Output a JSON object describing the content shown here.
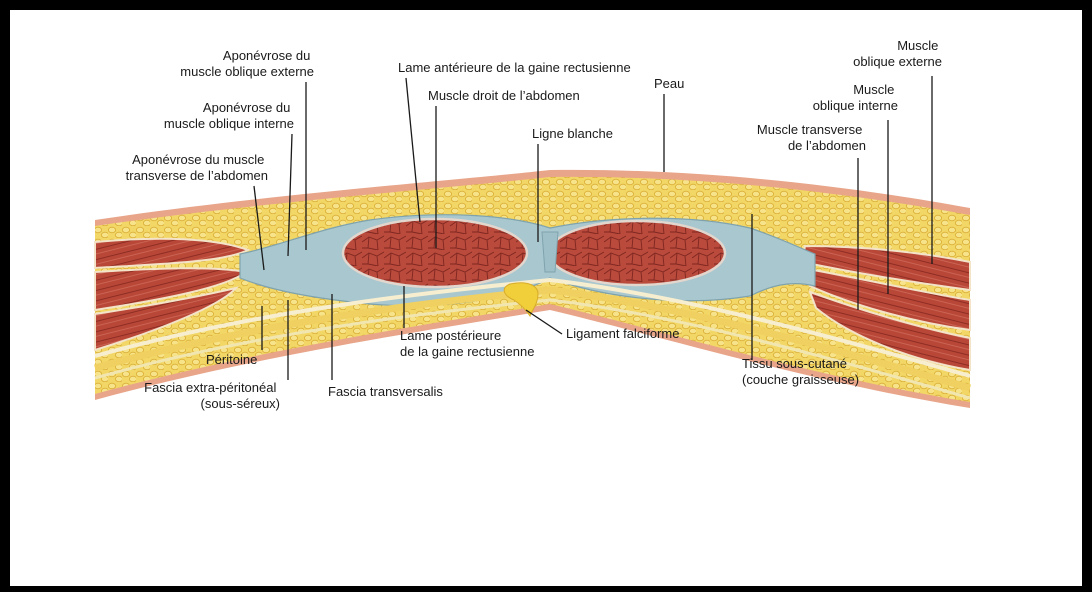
{
  "labels": {
    "aponevrose_oblique_externe": [
      "Aponévrose du",
      "muscle oblique externe"
    ],
    "aponevrose_oblique_interne": [
      "Aponévrose du",
      "muscle oblique interne"
    ],
    "aponevrose_transverse": [
      "Aponévrose du muscle",
      "transverse de l’abdomen"
    ],
    "lame_anterieure": [
      "Lame antérieure de la gaine rectusienne"
    ],
    "muscle_droit": [
      "Muscle droit de l’abdomen"
    ],
    "peau": [
      "Peau"
    ],
    "ligne_blanche": [
      "Ligne blanche"
    ],
    "muscle_oblique_externe": [
      "Muscle",
      "oblique externe"
    ],
    "muscle_oblique_interne": [
      "Muscle",
      "oblique interne"
    ],
    "muscle_transverse": [
      "Muscle transverse",
      "de l’abdomen"
    ],
    "lame_posterieure": [
      "Lame postérieure",
      "de la gaine rectusienne"
    ],
    "ligament_falciforme": [
      "Ligament falciforme"
    ],
    "peritoine": [
      "Péritoine"
    ],
    "fascia_extra_peritoneal": [
      "Fascia extra-péritonéal",
      "(sous-séreux)"
    ],
    "fascia_transversalis": [
      "Fascia transversalis"
    ],
    "tissu_sous_cutane": [
      "Tissu sous-cutané",
      "(couche graisseuse)"
    ]
  },
  "colors": {
    "frame": "#000000",
    "background": "#ffffff",
    "skin": "#e8a58a",
    "fat": "#f0d060",
    "fat_cells": "#e3b93c",
    "fascia": "#a9c7cf",
    "muscle": "#b9483a",
    "muscle_fiber": "#8a2a22",
    "peritoneum": "#f1e6b0"
  }
}
